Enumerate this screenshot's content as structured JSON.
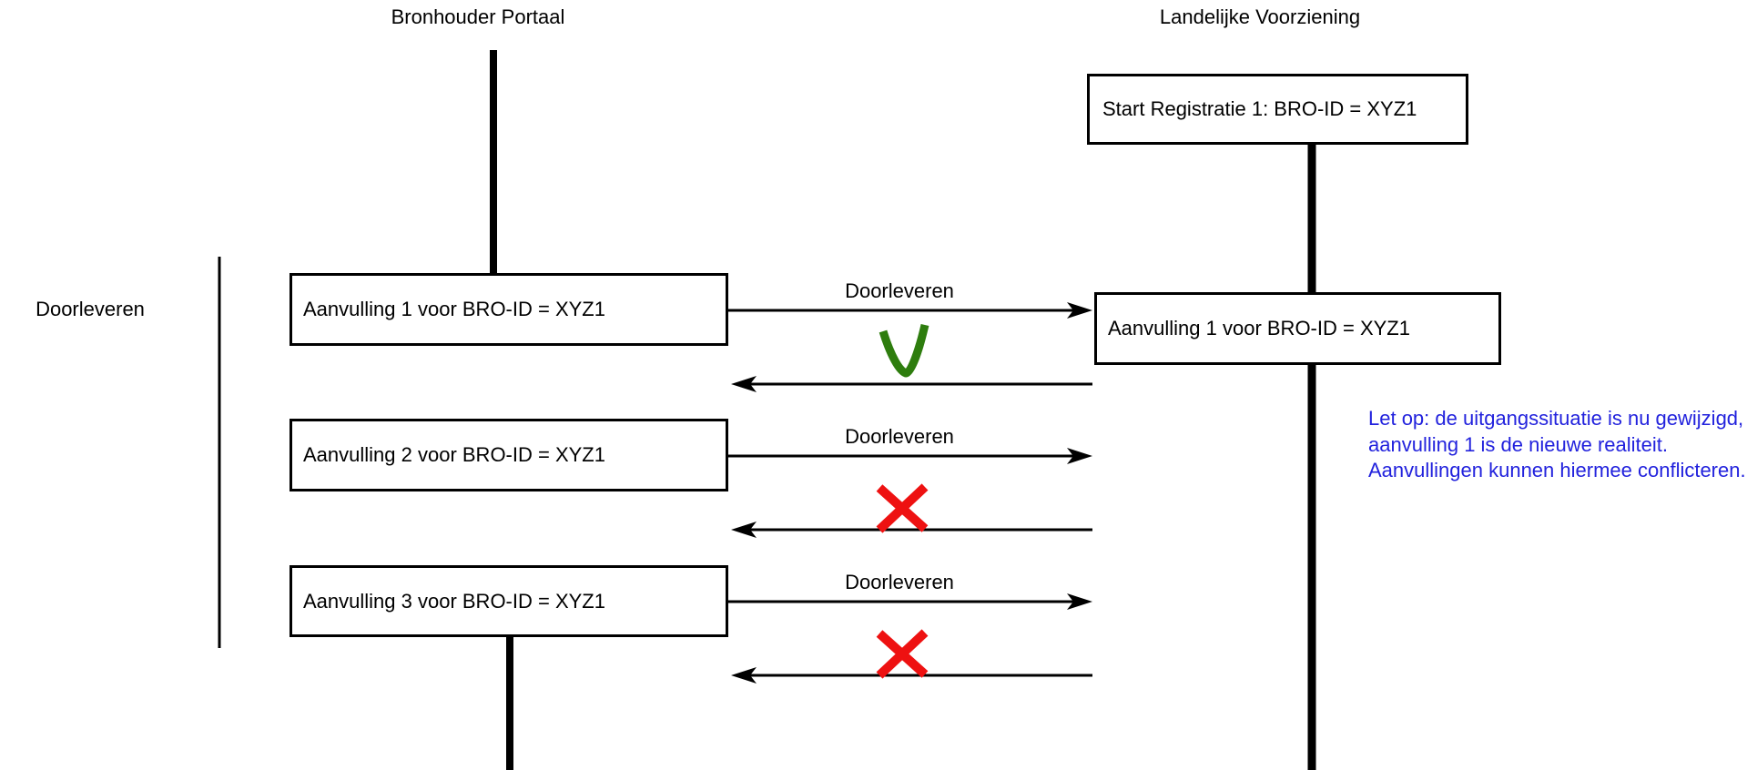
{
  "actors": [
    {
      "name": "Bronhouder Portaal"
    },
    {
      "name": "Landelijke Voorziening"
    }
  ],
  "group_label": "Doorleveren",
  "registration_box": {
    "label": "Start Registratie 1: BRO-ID = XYZ1"
  },
  "lv_received_box": {
    "label": "Aanvulling 1 voor BRO-ID = XYZ1"
  },
  "messages": [
    {
      "box_label": "Aanvulling 1 voor BRO-ID = XYZ1",
      "arrow_label": "Doorleveren",
      "response": "success",
      "response_icon": "checkmark-icon"
    },
    {
      "box_label": "Aanvulling 2 voor BRO-ID = XYZ1",
      "arrow_label": "Doorleveren",
      "response": "rejected",
      "response_icon": "cross-icon"
    },
    {
      "box_label": "Aanvulling 3 voor BRO-ID = XYZ1",
      "arrow_label": "Doorleveren",
      "response": "rejected",
      "response_icon": "cross-icon"
    }
  ],
  "note": {
    "text": "Let op: de uitgangssituatie is nu gewijzigd, aanvulling 1 is de nieuwe realiteit. Aanvullingen kunnen hiermee conflicteren."
  },
  "colors": {
    "success_green": "#2E7D0E",
    "error_red": "#EE1111",
    "note_blue": "#2222DD",
    "line_black": "#000000"
  }
}
